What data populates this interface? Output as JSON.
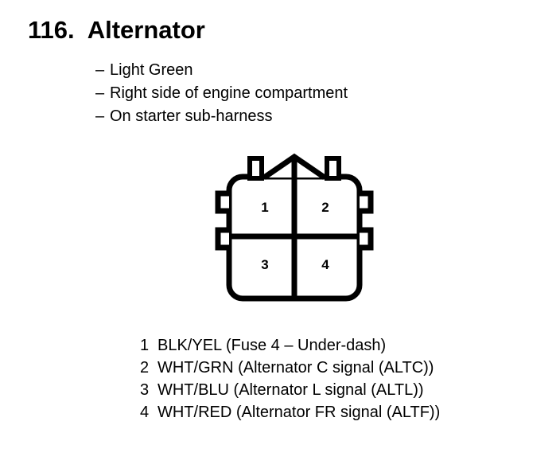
{
  "header": {
    "title": "116.  Alternator",
    "attributes": [
      {
        "dash": "–",
        "text": "Light Green"
      },
      {
        "dash": "–",
        "text": "Right side of engine compartment"
      },
      {
        "dash": "–",
        "text": "On starter sub-harness"
      }
    ]
  },
  "connector": {
    "name": "alternator-connector",
    "cavity_count": 4,
    "pins": [
      {
        "number": "1",
        "position": "top-left"
      },
      {
        "number": "2",
        "position": "top-right"
      },
      {
        "number": "3",
        "position": "bottom-left"
      },
      {
        "number": "4",
        "position": "bottom-right"
      }
    ],
    "features": {
      "top_posts": 2,
      "center_peak": "triangular-latch-notch",
      "left_tabs": 2,
      "right_tabs": 2
    },
    "line_color": "#000000",
    "fill_color": "#ffffff"
  },
  "legend": {
    "rows": [
      {
        "pin": "1",
        "text": "BLK/YEL (Fuse 4 – Under-dash)"
      },
      {
        "pin": "2",
        "text": "WHT/GRN (Alternator C signal (ALTC))"
      },
      {
        "pin": "3",
        "text": "WHT/BLU (Alternator L signal (ALTL))"
      },
      {
        "pin": "4",
        "text": "WHT/RED (Alternator FR signal (ALTF))"
      }
    ]
  }
}
